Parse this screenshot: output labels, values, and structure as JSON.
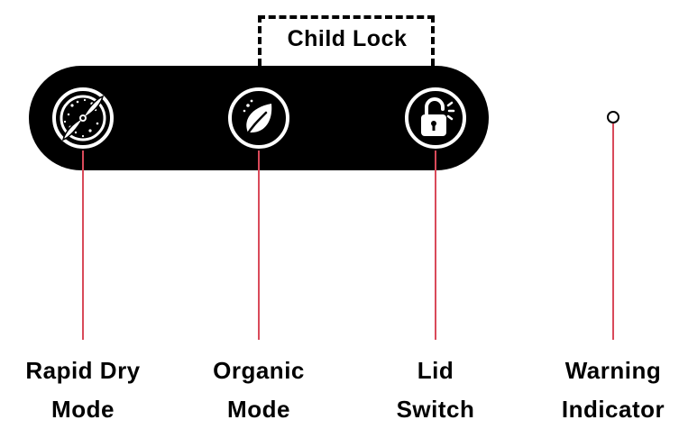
{
  "child_lock": {
    "label": "Child Lock"
  },
  "buttons": [
    {
      "name": "rapid-dry",
      "icon": "propeller-fan-icon",
      "label_line1": "Rapid Dry",
      "label_line2": "Mode"
    },
    {
      "name": "organic",
      "icon": "leaf-icon",
      "label_line1": "Organic",
      "label_line2": "Mode"
    },
    {
      "name": "lid-switch",
      "icon": "padlock-icon",
      "label_line1": "Lid",
      "label_line2": "Switch"
    }
  ],
  "warning_indicator": {
    "label_line1": "Warning",
    "label_line2": "Indicator"
  },
  "colors": {
    "panel": "#000000",
    "leader_line": "#d94a5a",
    "icon_stroke": "#ffffff"
  }
}
